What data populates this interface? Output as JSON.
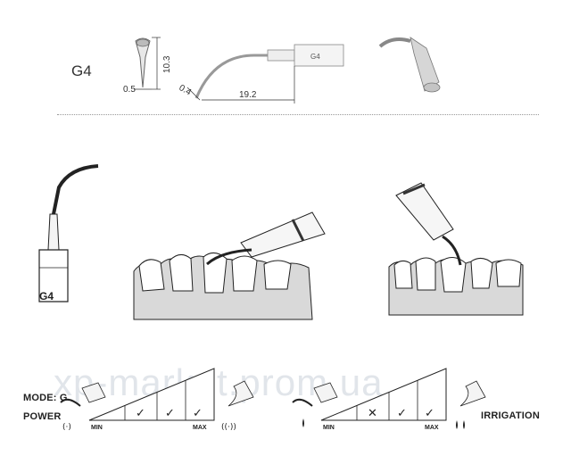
{
  "model": "G4",
  "dimensions": {
    "tip_width": "0.5",
    "tip_height": "10.3",
    "tip_offset": "0.4",
    "tip_length": "19.2"
  },
  "tip_body_label": "G4",
  "settings": {
    "mode_label": "MODE: G",
    "power_label": "POWER",
    "irrigation_label": "IRRIGATION",
    "power_scale": {
      "min": "MIN",
      "max": "MAX",
      "levels": [
        "✓",
        "✓",
        "✓"
      ]
    },
    "irrigation_scale": {
      "min": "MIN",
      "max": "MAX",
      "levels": [
        "✕",
        "✓",
        "✓"
      ]
    }
  },
  "watermark": "xp-market.prom.ua",
  "colors": {
    "line": "#222222",
    "tooth": "#ffffff",
    "gum": "#d9d9d9",
    "metal": "#b8b8b8"
  }
}
